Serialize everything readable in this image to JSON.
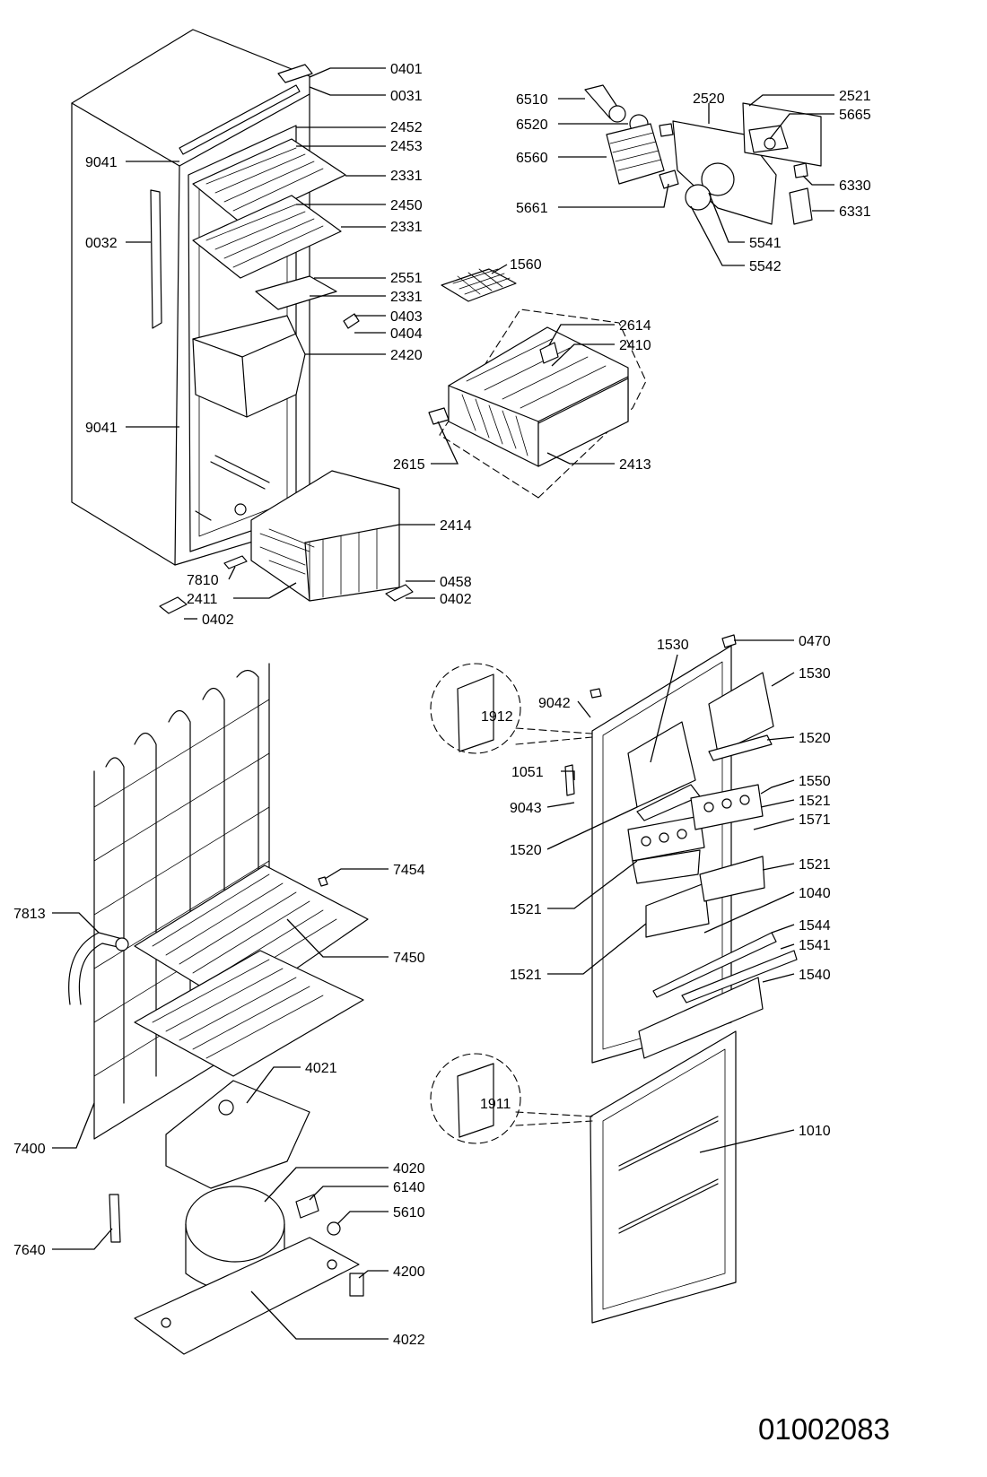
{
  "document_number": "01002083",
  "part_labels": [
    "0401",
    "0031",
    "2452",
    "2453",
    "2331",
    "2450",
    "2331",
    "2551",
    "2331",
    "0403",
    "0404",
    "2420",
    "9041",
    "0032",
    "9041",
    "2414",
    "7810",
    "2411",
    "0458",
    "0402",
    "0402",
    "6510",
    "6520",
    "6560",
    "5661",
    "2520",
    "2521",
    "5665",
    "6330",
    "6331",
    "5541",
    "5542",
    "1560",
    "2614",
    "2410",
    "2615",
    "2413",
    "7454",
    "7813",
    "7450",
    "4021",
    "7400",
    "4020",
    "6140",
    "5610",
    "7640",
    "4200",
    "4022",
    "0470",
    "1530",
    "1530",
    "9042",
    "1912",
    "1520",
    "1051",
    "9043",
    "1550",
    "1521",
    "1571",
    "1520",
    "1521",
    "1521",
    "1040",
    "1544",
    "1541",
    "1521",
    "1540",
    "1911",
    "1010"
  ]
}
